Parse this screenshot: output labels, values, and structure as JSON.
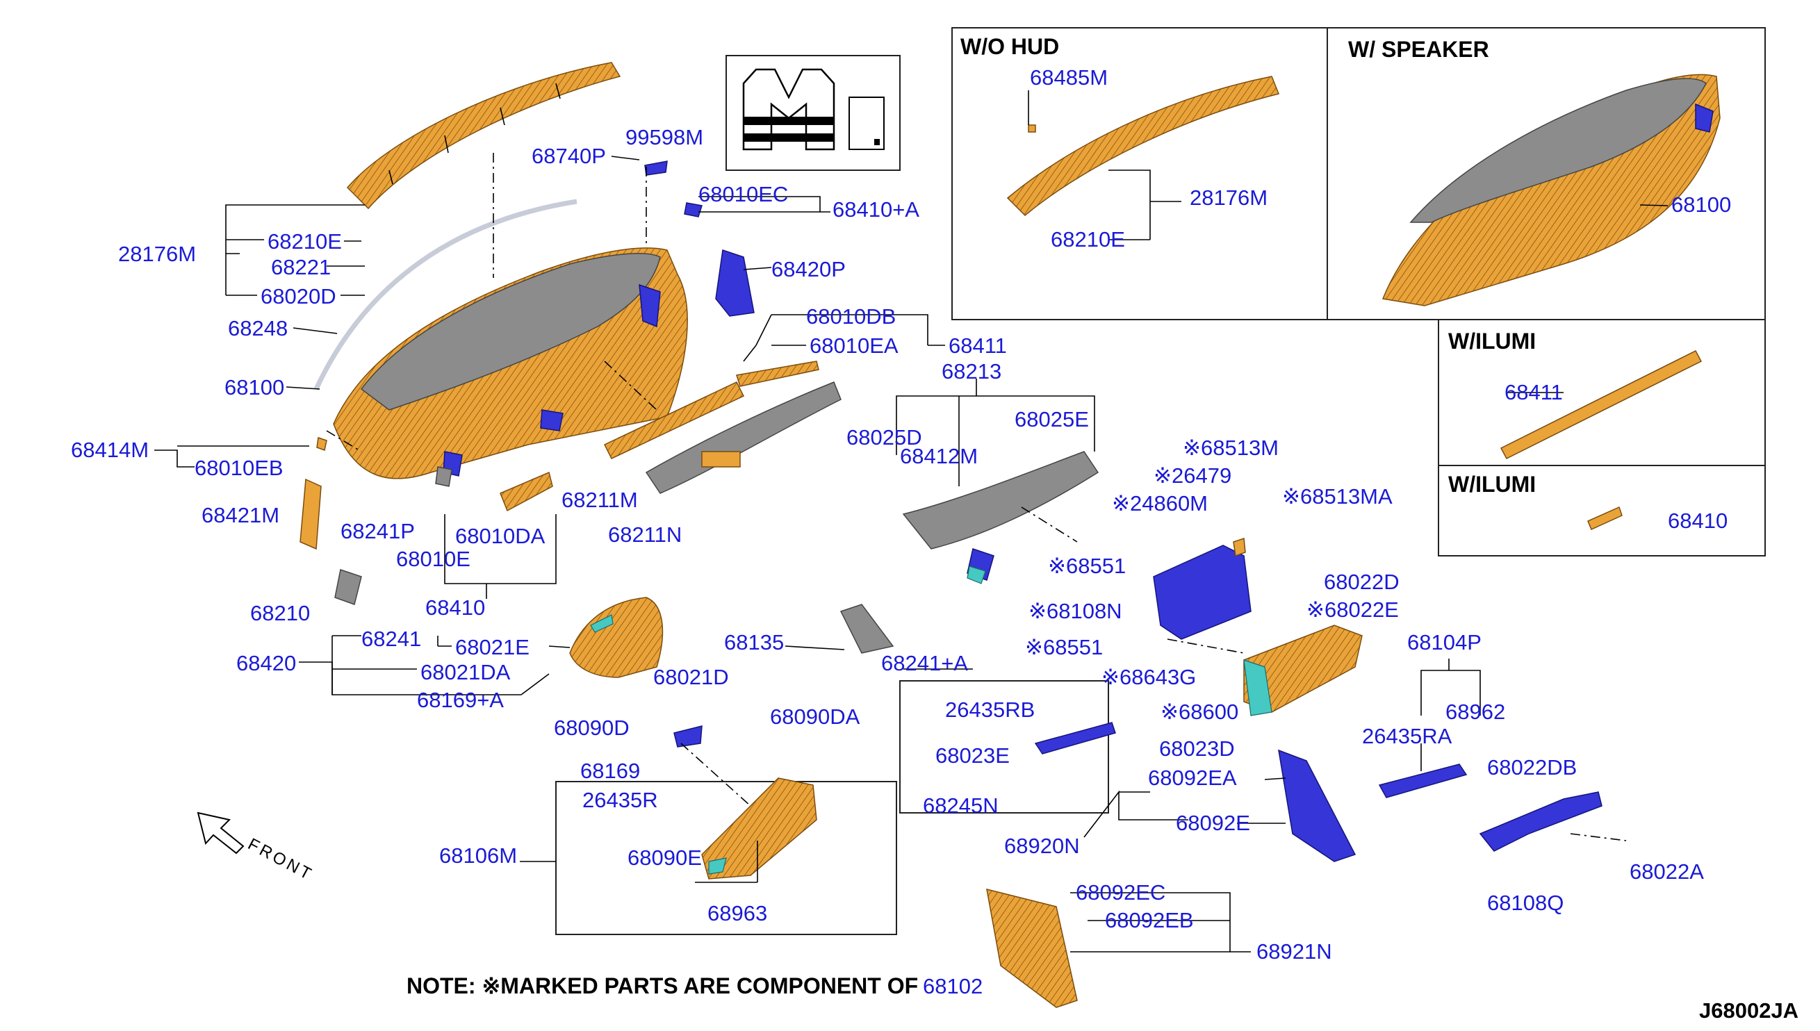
{
  "headers": {
    "wo_hud": "W/O HUD",
    "w_speaker": "W/ SPEAKER",
    "w_ilumi_1": "W/ILUMI",
    "w_ilumi_2": "W/ILUMI"
  },
  "labels": {
    "l_99598M": "99598M",
    "l_68740P": "68740P",
    "l_68010EC": "68010EC",
    "l_68410A_top": "68410+A",
    "l_68420P": "68420P",
    "l_28176M": "28176M",
    "l_68210E": "68210E",
    "l_68221": "68221",
    "l_68020D": "68020D",
    "l_68248": "68248",
    "l_68100": "68100",
    "l_68414M": "68414M",
    "l_68010EB": "68010EB",
    "l_68421M": "68421M",
    "l_68241P": "68241P",
    "l_68010DA": "68010DA",
    "l_68010E": "68010E",
    "l_68210": "68210",
    "l_68410": "68410",
    "l_68010DB": "68010DB",
    "l_68010EA": "68010EA",
    "l_68411": "68411",
    "l_68213": "68213",
    "l_68211M": "68211M",
    "l_68211N": "68211N",
    "l_68025D": "68025D",
    "l_68412M": "68412M",
    "l_68025E": "68025E",
    "l_68420": "68420",
    "l_68241": "68241",
    "l_68021E": "68021E",
    "l_68021DA": "68021DA",
    "l_68021D": "68021D",
    "l_68169A": "68169+A",
    "l_68135": "68135",
    "l_68241A": "68241+A",
    "l_68090D": "68090D",
    "l_68090DA": "68090DA",
    "l_68169": "68169",
    "l_26435R": "26435R",
    "l_68106M": "68106M",
    "l_68090E": "68090E",
    "l_68963": "68963",
    "l_26435RB": "26435RB",
    "l_68023E": "68023E",
    "l_68023D": "68023D",
    "l_68245N": "68245N",
    "l_68092EA": "68092EA",
    "l_68092E": "68092E",
    "l_68920N": "68920N",
    "l_68092EC": "68092EC",
    "l_68092EB": "68092EB",
    "l_68921N": "68921N",
    "l_68513M": "※68513M",
    "l_26479": "※26479",
    "l_24860M": "※24860M",
    "l_68513MA": "※68513MA",
    "l_68551a": "※68551",
    "l_68108N": "※68108N",
    "l_68022D": "68022D",
    "l_68022E": "※68022E",
    "l_68551b": "※68551",
    "l_68643G": "※68643G",
    "l_68600": "※68600",
    "l_68104P": "68104P",
    "l_68962": "68962",
    "l_26435RA": "26435RA",
    "l_68022DB": "68022DB",
    "l_68108Q": "68108Q",
    "l_68022A": "68022A",
    "l_68485M_hud": "68485M",
    "l_28176M_hud": "28176M",
    "l_68210E_hud": "68210E",
    "l_68100_spk": "68100",
    "l_68411_ilumi": "68411",
    "l_68410_ilumi": "68410"
  },
  "front_label": "FRONT",
  "note": {
    "text": "NOTE: ※MARKED PARTS ARE COMPONENT OF",
    "part": "68102"
  },
  "diagram_code": "J68002JA",
  "colors": {
    "label": "#1a1ad6",
    "panel_orange": "#eaa338",
    "panel_grey": "#8c8c8c",
    "bracket_blue": "#3535d8",
    "accent_teal": "#46c9c2"
  }
}
